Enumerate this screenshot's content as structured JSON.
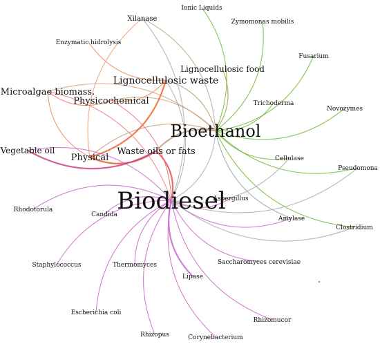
{
  "nodes": [
    {
      "id": "biodiesel",
      "label": "Biodiesel"
    },
    {
      "id": "bioethanol",
      "label": "Bioethanol"
    },
    {
      "id": "ionic",
      "label": "Ionic Liquids"
    },
    {
      "id": "xilanase",
      "label": "Xilanase"
    },
    {
      "id": "zymomonas",
      "label": "Zymomonas mobilis"
    },
    {
      "id": "enzymatic",
      "label": "Enzymatic hidrolysis"
    },
    {
      "id": "fusarium",
      "label": "Fusarium"
    },
    {
      "id": "ligno_food",
      "label": "Lignocellulosic food"
    },
    {
      "id": "ligno_waste",
      "label": "Lignocellulosic waste"
    },
    {
      "id": "microalgae",
      "label": "Microalgae biomass."
    },
    {
      "id": "physicochemical",
      "label": "Physicochemical"
    },
    {
      "id": "trichoderma",
      "label": "Trichoderma"
    },
    {
      "id": "novozymes",
      "label": "Novozymes"
    },
    {
      "id": "vegetable",
      "label": "Vegetable oil"
    },
    {
      "id": "physical",
      "label": "Physical"
    },
    {
      "id": "waste_oils",
      "label": "Waste oils or fats"
    },
    {
      "id": "cellulase",
      "label": "Cellulase"
    },
    {
      "id": "pseudomona",
      "label": "Pseudomona"
    },
    {
      "id": "aspergillus",
      "label": "Aspergillus"
    },
    {
      "id": "rhodotorula",
      "label": "Rhodotorula"
    },
    {
      "id": "candida",
      "label": "Candida"
    },
    {
      "id": "amylase",
      "label": "Amylase"
    },
    {
      "id": "clostridium",
      "label": "Clostridium"
    },
    {
      "id": "staphylococcus",
      "label": "Staphylococcus"
    },
    {
      "id": "thermomyces",
      "label": "Thermomyces"
    },
    {
      "id": "saccharomyces",
      "label": "Saccharomyces cerevisiae"
    },
    {
      "id": "lipase",
      "label": "Lipase"
    },
    {
      "id": "escherichia",
      "label": "Escherichia coli"
    },
    {
      "id": "rhizomucor",
      "label": "Rhizomucor"
    },
    {
      "id": "rhizopus",
      "label": "Rhizopus"
    },
    {
      "id": "corynebacterium",
      "label": "Corynebacterium"
    }
  ],
  "edges": [
    {
      "from": "bioethanol",
      "to": "ionic",
      "color": "#6fb83a"
    },
    {
      "from": "bioethanol",
      "to": "zymomonas",
      "color": "#6fb83a"
    },
    {
      "from": "bioethanol",
      "to": "fusarium",
      "color": "#6fb83a"
    },
    {
      "from": "bioethanol",
      "to": "trichoderma",
      "color": "#6fb83a"
    },
    {
      "from": "bioethanol",
      "to": "novozymes",
      "color": "#6fb83a"
    },
    {
      "from": "bioethanol",
      "to": "pseudomona",
      "color": "#6fb83a"
    },
    {
      "from": "bioethanol",
      "to": "clostridium",
      "color": "#6fb83a"
    },
    {
      "from": "bioethanol",
      "to": "cellulase",
      "color": "#6fb83a"
    },
    {
      "from": "bioethanol",
      "to": "ligno_food",
      "color": "#9a9a3a"
    },
    {
      "from": "bioethanol",
      "to": "ligno_waste",
      "color": "#a89a6a"
    },
    {
      "from": "bioethanol",
      "to": "xilanase",
      "color": "#b8a888"
    },
    {
      "from": "bioethanol",
      "to": "physicochemical",
      "color": "#c8a070"
    },
    {
      "from": "bioethanol",
      "to": "microalgae",
      "color": "#d0a080"
    },
    {
      "from": "bioethanol",
      "to": "physical",
      "color": "#c89a70"
    },
    {
      "from": "bioethanol",
      "to": "waste_oils",
      "color": "#c0a080"
    },
    {
      "from": "bioethanol",
      "to": "amylase",
      "color": "#a0a0a0"
    },
    {
      "from": "enzymatic",
      "to": "ligno_waste",
      "color": "#ee8855"
    },
    {
      "from": "xilanase",
      "to": "physical",
      "color": "#ee9966"
    },
    {
      "from": "physicochemical",
      "to": "ligno_waste",
      "color": "#ee8844"
    },
    {
      "from": "microalgae",
      "to": "physicochemical",
      "color": "#ee7766"
    },
    {
      "from": "physical",
      "to": "ligno_waste",
      "color": "#ee6633"
    },
    {
      "from": "physical",
      "to": "waste_oils",
      "color": "#ee5533"
    },
    {
      "from": "microalgae",
      "to": "physical",
      "color": "#ee8866"
    },
    {
      "from": "biodiesel",
      "to": "waste_oils",
      "color": "#e85555"
    },
    {
      "from": "biodiesel",
      "to": "physicochemical",
      "color": "#e87070"
    },
    {
      "from": "biodiesel",
      "to": "microalgae",
      "color": "#e88080"
    },
    {
      "from": "biodiesel",
      "to": "vegetable",
      "color": "#cc66cc"
    },
    {
      "from": "biodiesel",
      "to": "rhodotorula",
      "color": "#cc66cc"
    },
    {
      "from": "biodiesel",
      "to": "candida",
      "color": "#cc66cc"
    },
    {
      "from": "biodiesel",
      "to": "staphylococcus",
      "color": "#cc66cc"
    },
    {
      "from": "biodiesel",
      "to": "thermomyces",
      "color": "#cc66cc"
    },
    {
      "from": "biodiesel",
      "to": "escherichia",
      "color": "#cc66cc"
    },
    {
      "from": "biodiesel",
      "to": "rhizopus",
      "color": "#cc66cc"
    },
    {
      "from": "biodiesel",
      "to": "corynebacterium",
      "color": "#cc66cc"
    },
    {
      "from": "biodiesel",
      "to": "lipase",
      "color": "#cc66cc"
    },
    {
      "from": "biodiesel",
      "to": "rhizomucor",
      "color": "#cc66cc"
    },
    {
      "from": "biodiesel",
      "to": "saccharomyces",
      "color": "#cc66cc"
    },
    {
      "from": "biodiesel",
      "to": "amylase",
      "color": "#cc66cc"
    },
    {
      "from": "biodiesel",
      "to": "aspergillus",
      "color": "#cc66cc"
    },
    {
      "from": "biodiesel",
      "to": "bioethanol",
      "color": "#aaaaaa"
    },
    {
      "from": "biodiesel",
      "to": "cellulase",
      "color": "#aaaaaa"
    },
    {
      "from": "biodiesel",
      "to": "clostridium",
      "color": "#aaaaaa"
    },
    {
      "from": "biodiesel",
      "to": "xilanase",
      "color": "#aaaaaa"
    },
    {
      "from": "biodiesel",
      "to": "ligno_waste",
      "color": "#aaaaaa"
    },
    {
      "from": "biodiesel",
      "to": "pseudomona",
      "color": "#aaaaaa"
    },
    {
      "from": "vegetable",
      "to": "waste_oils",
      "color": "#cc4488"
    }
  ]
}
